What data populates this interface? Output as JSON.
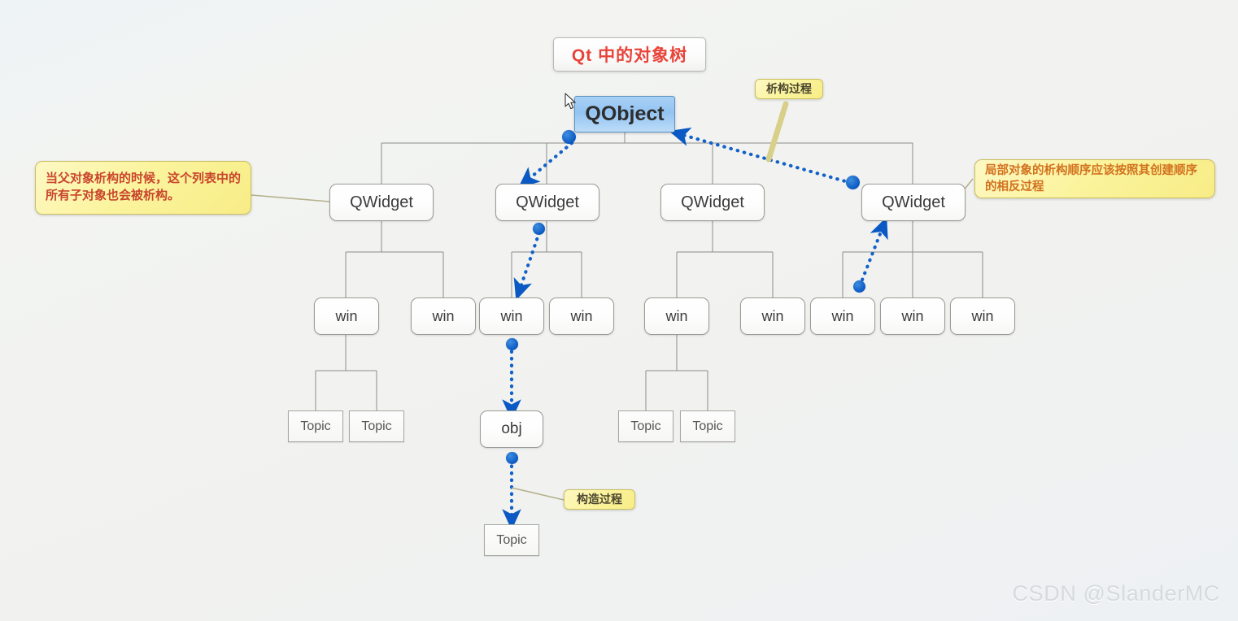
{
  "title": {
    "text": "Qt 中的对象树",
    "color": "#e8443a"
  },
  "watermark": {
    "text": "CSDN @SlanderMC"
  },
  "colors": {
    "background": "#f1f2f0",
    "selected_node_fill": "#93c4f2",
    "note_fill": "#fbf49e",
    "arrow_blue": "#0a59c4",
    "edge_gray": "#8c8c87",
    "title_red": "#e8443a"
  },
  "nodes": {
    "root": {
      "label": "QObject",
      "selected": true
    },
    "level1": [
      {
        "label": "QWidget"
      },
      {
        "label": "QWidget"
      },
      {
        "label": "QWidget"
      },
      {
        "label": "QWidget"
      }
    ],
    "level2": [
      {
        "label": "win"
      },
      {
        "label": "win"
      },
      {
        "label": "win"
      },
      {
        "label": "win"
      },
      {
        "label": "win"
      },
      {
        "label": "win"
      },
      {
        "label": "win"
      },
      {
        "label": "win"
      },
      {
        "label": "win"
      }
    ],
    "level3": [
      {
        "label": "Topic"
      },
      {
        "label": "Topic"
      },
      {
        "label": "obj"
      },
      {
        "label": "Topic"
      },
      {
        "label": "Topic"
      }
    ],
    "level4": [
      {
        "label": "Topic"
      }
    ]
  },
  "notes": {
    "left": {
      "text": "当父对象析构的时候，这个列表中的所有子对象也会被析构。",
      "style": "red"
    },
    "right": {
      "text": "局部对象的析构顺序应该按照其创建顺序的相反过程",
      "style": "orange"
    },
    "destruct": {
      "text": "析构过程",
      "style": "dark"
    },
    "construct": {
      "text": "构造过程",
      "style": "dark"
    }
  },
  "annotations": {
    "destruction_flow_label": "析构过程",
    "construction_flow_label": "构造过程"
  }
}
